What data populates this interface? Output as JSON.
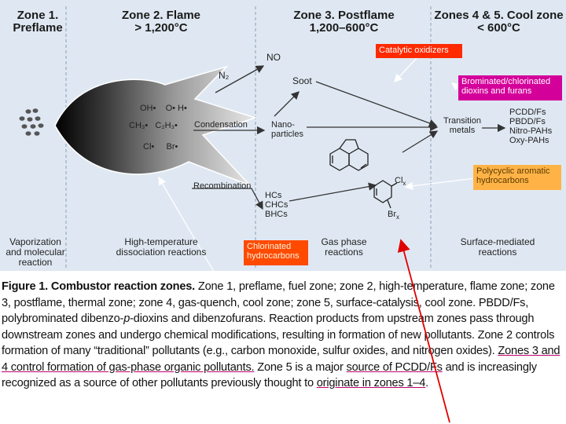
{
  "colors": {
    "panel_bg": "#dfe8f2",
    "callout_red": "#ff2a00",
    "callout_magenta": "#d4009a",
    "callout_orange": "#ffb347",
    "arrow_red": "#e00000",
    "underline_magenta": "#c4006e"
  },
  "zones": {
    "z1": {
      "line1": "Zone 1.",
      "line2": "Preflame"
    },
    "z2": {
      "line1": "Zone 2. Flame",
      "line2": "> 1,200°C"
    },
    "z3": {
      "line1": "Zone 3. Postflame",
      "line2": "1,200–600°C"
    },
    "z45": {
      "line1": "Zones 4 & 5. Cool zone",
      "line2": "< 600°C"
    }
  },
  "flame_species": {
    "r1": "OH•    O• H•",
    "r2": "CH₃•   C₂H₃•",
    "r3": "Cl•     Br•"
  },
  "labels": {
    "n2": "N₂",
    "no": "NO",
    "soot": "Soot",
    "condensation": "Condensation",
    "nanoparticles": "Nano-\nparticles",
    "recombination": "Recombination",
    "hcs": "HCs\nCHCs\nBHCs",
    "transition_metals": "Transition\nmetals",
    "products": "PCDD/Fs\nPBDD/Fs\nNitro-PAHs\nOxy-PAHs",
    "clx": "Cl",
    "clx_sub": "x",
    "brx": "Br",
    "brx_sub": "x"
  },
  "bottom_labels": {
    "vaporization": "Vaporization\nand molecular\nreaction",
    "dissociation": "High-temperature\ndissociation reactions",
    "gas_phase": "Gas phase\nreactions",
    "surface": "Surface-mediated\nreactions"
  },
  "callouts": {
    "catalytic": "Catalytic oxidizers",
    "brominated": "Brominated/chlorinated dioxins and furans",
    "polycyclic": "Polycyclic aromatic hydrocarbons",
    "chlorinated": "Chlorinated hydrocarbons"
  },
  "caption": {
    "figure": "Figure 1.",
    "title": " Combustor reaction zones.",
    "text1": " Zone 1, preflame, fuel zone; zone 2, high-temperature, flame zone; zone 3, postflame, thermal zone; zone 4, gas-quench, cool zone; zone 5, surface-catalysis, cool zone. PBDD/Fs, polybrominated dibenzo-",
    "italic_p": "p",
    "text2": "-dioxins and dibenzofurans. Reaction products from upstream zones pass through downstream zones and undergo chemical modifications, resulting in formation of new pollutants. Zone 2 controls formation of many “traditional” pollutants (e.g., carbon monoxide, sulfur oxides, and nitrogen oxides). ",
    "highlight1": "Zones 3 and 4 control formation of gas-phase organic pollutants.",
    "text3": " Zone 5 is a major ",
    "highlight2": "source of PCDD/Fs",
    "text4": " and is increasingly recognized as a source of other pollutants previously thought to ",
    "highlight3": "originate in zones 1–4",
    "text5": "."
  }
}
